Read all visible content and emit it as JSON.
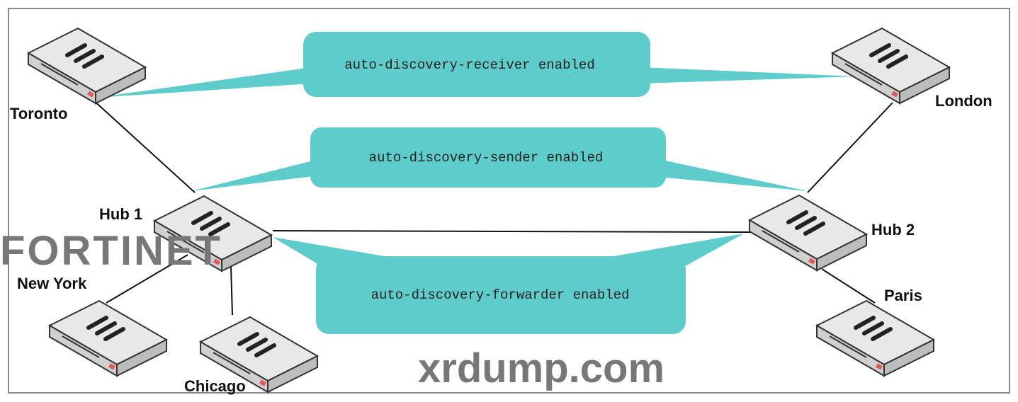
{
  "devices": {
    "toronto": "Toronto",
    "london": "London",
    "hub1": "Hub 1",
    "hub2": "Hub 2",
    "new_york": "New York",
    "chicago": "Chicago",
    "paris": "Paris"
  },
  "callouts": {
    "receiver": "auto-discovery-receiver enabled",
    "sender": "auto-discovery-sender enabled",
    "forwarder": "auto-discovery-forwarder enabled"
  },
  "watermarks": {
    "brand": "FORTINET",
    "site": "xrdump.com"
  },
  "colors": {
    "callout": "#5fcccc",
    "device_top": "#e6e6e6",
    "device_accent": "#e05a5a"
  }
}
